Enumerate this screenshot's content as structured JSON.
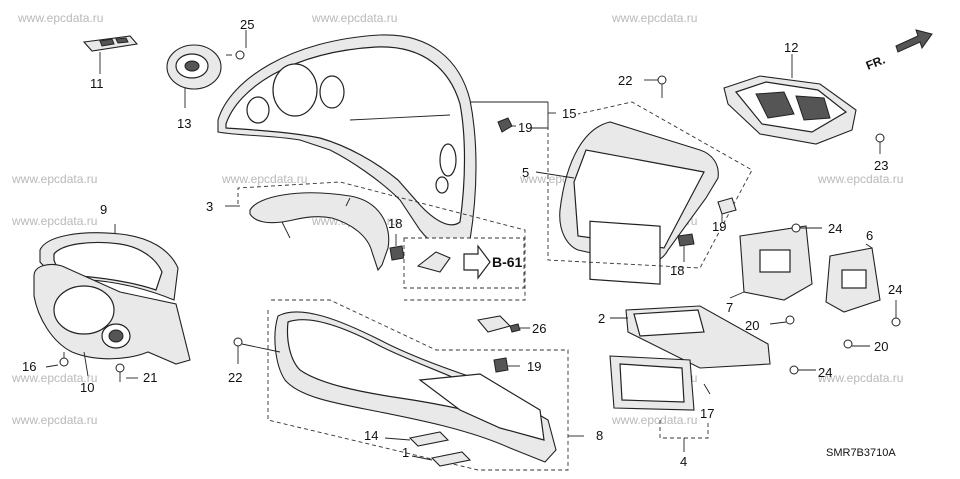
{
  "watermark": "www.epcdata.ru",
  "diagram_code": "SMR7B3710A",
  "ref_label": "B-61",
  "direction_label": "FR.",
  "callouts": {
    "c1": "1",
    "c2": "2",
    "c3": "3",
    "c4": "4",
    "c5": "5",
    "c6": "6",
    "c7": "7",
    "c8": "8",
    "c9": "9",
    "c10": "10",
    "c11": "11",
    "c12": "12",
    "c13": "13",
    "c14": "14",
    "c15": "15",
    "c16": "16",
    "c17": "17",
    "c18a": "18",
    "c18b": "18",
    "c19a": "19",
    "c19b": "19",
    "c19c": "19",
    "c20a": "20",
    "c20b": "20",
    "c21": "21",
    "c22a": "22",
    "c22b": "22",
    "c23": "23",
    "c24a": "24",
    "c24b": "24",
    "c24c": "24",
    "c25": "25",
    "c26": "26"
  }
}
